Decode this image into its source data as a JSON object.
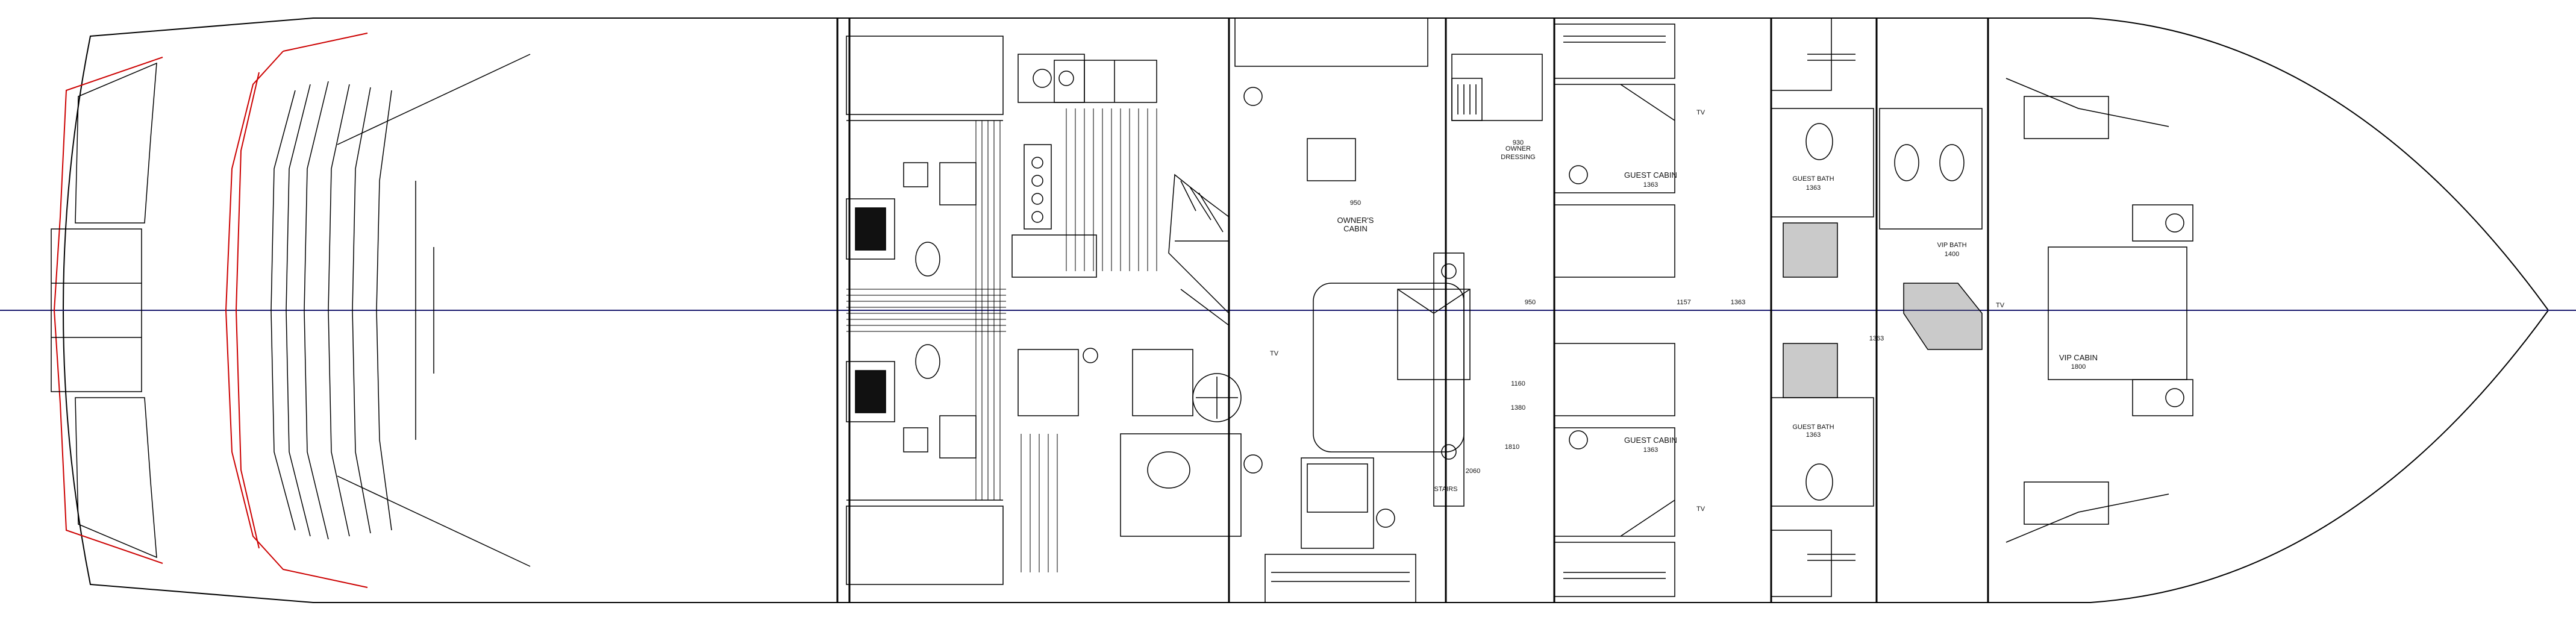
{
  "plan": {
    "colors": {
      "line": "#000000",
      "accent": "#cc0000",
      "axis": "#1a1a6e",
      "background": "#ffffff"
    },
    "labels": {
      "owners_cabin": "OWNER'S\nCABIN",
      "owner_dressing": "OWNER\nDRESSING",
      "guest_cabin_top": "GUEST CABIN",
      "guest_cabin_bottom": "GUEST CABIN",
      "guest_bath_top": "GUEST BATH",
      "guest_bath_bottom": "GUEST BATH",
      "vip_bath": "VIP BATH",
      "vip_cabin": "VIP CABIN",
      "tv_1": "TV",
      "tv_2": "TV",
      "tv_3": "TV",
      "tv_4": "TV",
      "stair_label": "STAIRS"
    },
    "dimensions": {
      "d1": "950",
      "d2": "930",
      "d3": "950",
      "d4": "1157",
      "d5": "1363",
      "d6": "1363",
      "d7": "1363",
      "d8": "1363",
      "d9": "1363",
      "d10": "1363",
      "d11": "1160",
      "d12": "1380",
      "d13": "1810",
      "d14": "2060",
      "d15": "1800",
      "d16": "1400"
    }
  }
}
